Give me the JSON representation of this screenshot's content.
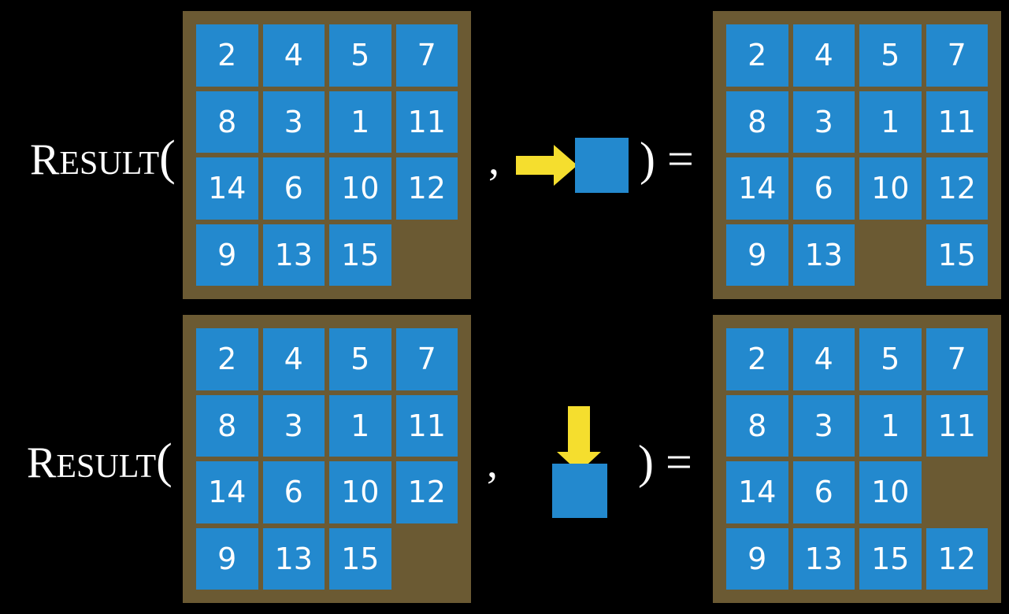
{
  "colors": {
    "background": "#000000",
    "board_frame": "#6b5a33",
    "tile": "#2389ce",
    "tile_text": "#ffffff",
    "arrow": "#f5de2e",
    "label_text": "#ffffff"
  },
  "rows": [
    {
      "id": "row-1",
      "label": {
        "first_letter": "R",
        "rest": "ESULT",
        "open_paren": "("
      },
      "separator": ",",
      "operation": {
        "name": "move-right",
        "arrow_direction": "right",
        "tile_label": ""
      },
      "close_equals": ") =",
      "input_board": {
        "name": "input-board-row-1",
        "grid": [
          [
            "2",
            "4",
            "5",
            "7"
          ],
          [
            "8",
            "3",
            "1",
            "11"
          ],
          [
            "14",
            "6",
            "10",
            "12"
          ],
          [
            "9",
            "13",
            "15",
            ""
          ]
        ]
      },
      "output_board": {
        "name": "output-board-row-1",
        "grid": [
          [
            "2",
            "4",
            "5",
            "7"
          ],
          [
            "8",
            "3",
            "1",
            "11"
          ],
          [
            "14",
            "6",
            "10",
            "12"
          ],
          [
            "9",
            "13",
            "",
            "15"
          ]
        ]
      }
    },
    {
      "id": "row-2",
      "label": {
        "first_letter": "R",
        "rest": "ESULT",
        "open_paren": "("
      },
      "separator": ",",
      "operation": {
        "name": "move-down",
        "arrow_direction": "down",
        "tile_label": ""
      },
      "close_equals": ") =",
      "input_board": {
        "name": "input-board-row-2",
        "grid": [
          [
            "2",
            "4",
            "5",
            "7"
          ],
          [
            "8",
            "3",
            "1",
            "11"
          ],
          [
            "14",
            "6",
            "10",
            "12"
          ],
          [
            "9",
            "13",
            "15",
            ""
          ]
        ]
      },
      "output_board": {
        "name": "output-board-row-2",
        "grid": [
          [
            "2",
            "4",
            "5",
            "7"
          ],
          [
            "8",
            "3",
            "1",
            "11"
          ],
          [
            "14",
            "6",
            "10",
            ""
          ],
          [
            "9",
            "13",
            "15",
            "12"
          ]
        ]
      }
    }
  ]
}
